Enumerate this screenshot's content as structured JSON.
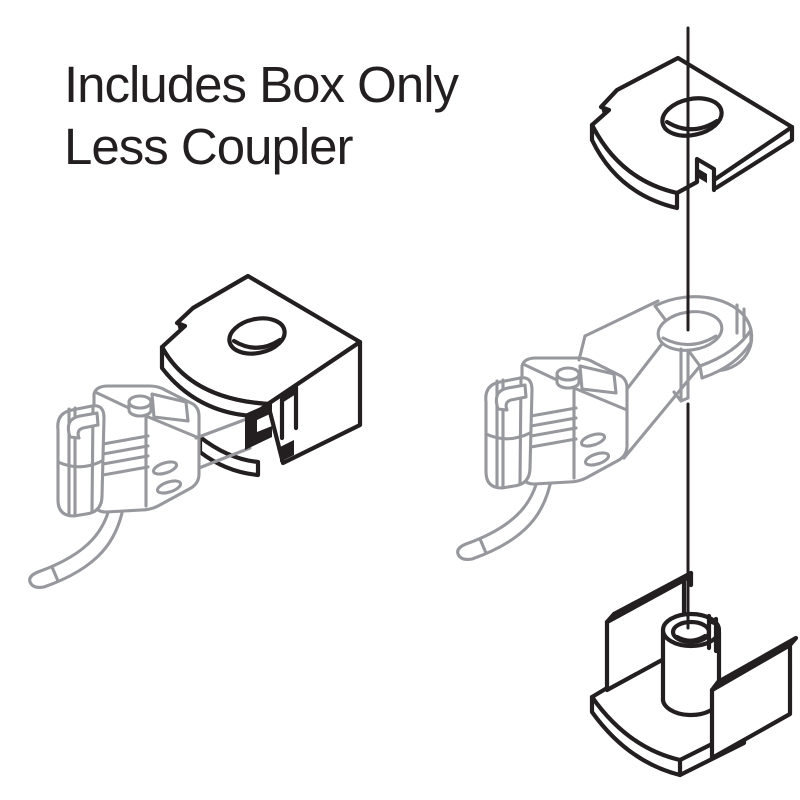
{
  "caption": {
    "line1": "Includes Box Only",
    "line2": "Less Coupler"
  },
  "colors": {
    "ink": "#231f20",
    "muted": "#97989d",
    "background": "#ffffff"
  },
  "figures": {
    "left": {
      "name": "assembled-coupler-box-drawing",
      "parts": [
        "coupler-box",
        "ghosted-coupler"
      ]
    },
    "right": {
      "name": "exploded-coupler-box-drawing",
      "parts": [
        "box-lid",
        "ghosted-coupler",
        "box-base-with-post",
        "assembly-axis-line"
      ]
    }
  }
}
